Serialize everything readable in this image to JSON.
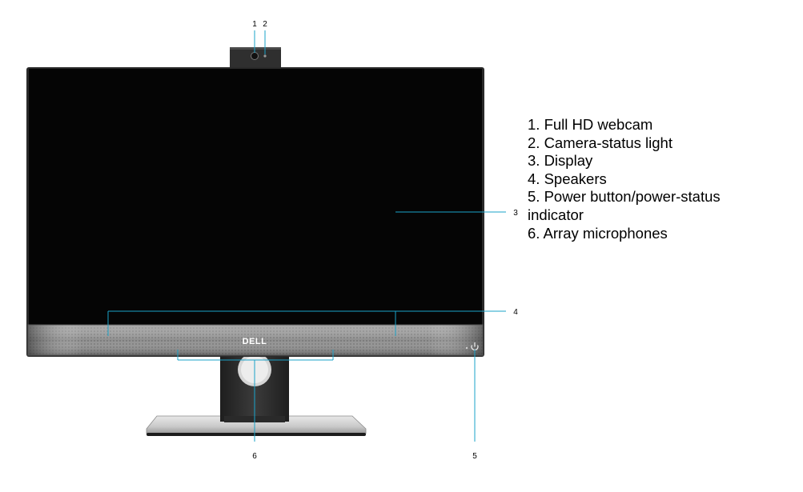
{
  "brand_logo": "DELL",
  "callouts": {
    "c1": "1",
    "c2": "2",
    "c3": "3",
    "c4": "4",
    "c5": "5",
    "c6": "6"
  },
  "legend": {
    "items": [
      "1. Full HD webcam",
      "2. Camera-status light",
      "3. Display",
      "4. Speakers",
      "5. Power button/power-status",
      "indicator",
      "6. Array microphones"
    ]
  },
  "colors": {
    "leader_line": "#1aa3c9",
    "screen": "#050505",
    "bezel": "#2a2a2a",
    "speaker_bar": "#8c8c8c"
  }
}
